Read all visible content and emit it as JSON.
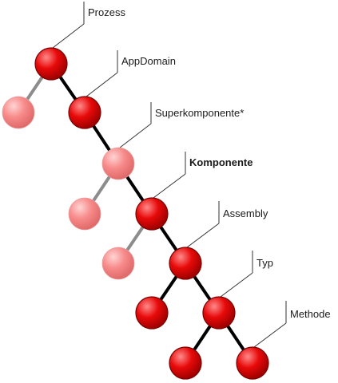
{
  "colors": {
    "edge_strong": "#000000",
    "edge_faded": "#8c8c8c",
    "callout": "#333333",
    "node_strong_light": "#ff8a8a",
    "node_strong_mid": "#e80a0a",
    "node_strong_dark": "#a00000",
    "node_faded_light": "#ffd4d4",
    "node_faded_mid": "#f88b8b",
    "node_faded_dark": "#e06a6a",
    "background": "#ffffff"
  },
  "diagram": {
    "nodes": [
      {
        "id": "prozess",
        "style": "strong"
      },
      {
        "id": "left-1",
        "style": "faded"
      },
      {
        "id": "appdomain",
        "style": "strong"
      },
      {
        "id": "superkomponente",
        "style": "faded"
      },
      {
        "id": "left-2",
        "style": "faded"
      },
      {
        "id": "komponente",
        "style": "strong"
      },
      {
        "id": "left-3",
        "style": "faded"
      },
      {
        "id": "assembly",
        "style": "strong"
      },
      {
        "id": "left-4",
        "style": "strong"
      },
      {
        "id": "typ",
        "style": "strong"
      },
      {
        "id": "left-5",
        "style": "strong"
      },
      {
        "id": "methode",
        "style": "strong"
      }
    ],
    "edges": [
      {
        "from": "prozess",
        "to": "left-1",
        "style": "faded"
      },
      {
        "from": "prozess",
        "to": "appdomain",
        "style": "strong"
      },
      {
        "from": "appdomain",
        "to": "superkomponente",
        "style": "strong"
      },
      {
        "from": "superkomponente",
        "to": "left-2",
        "style": "faded"
      },
      {
        "from": "superkomponente",
        "to": "komponente",
        "style": "strong"
      },
      {
        "from": "komponente",
        "to": "left-3",
        "style": "faded"
      },
      {
        "from": "komponente",
        "to": "assembly",
        "style": "strong"
      },
      {
        "from": "assembly",
        "to": "left-4",
        "style": "strong"
      },
      {
        "from": "assembly",
        "to": "typ",
        "style": "strong"
      },
      {
        "from": "typ",
        "to": "left-5",
        "style": "strong"
      },
      {
        "from": "typ",
        "to": "methode",
        "style": "strong"
      }
    ],
    "labels": [
      {
        "node": "prozess",
        "text": "Prozess",
        "bold": false
      },
      {
        "node": "appdomain",
        "text": "AppDomain",
        "bold": false
      },
      {
        "node": "superkomponente",
        "text": "Superkomponente*",
        "bold": false
      },
      {
        "node": "komponente",
        "text": "Komponente",
        "bold": true
      },
      {
        "node": "assembly",
        "text": "Assembly",
        "bold": false
      },
      {
        "node": "typ",
        "text": "Typ",
        "bold": false
      },
      {
        "node": "methode",
        "text": "Methode",
        "bold": false
      }
    ]
  }
}
